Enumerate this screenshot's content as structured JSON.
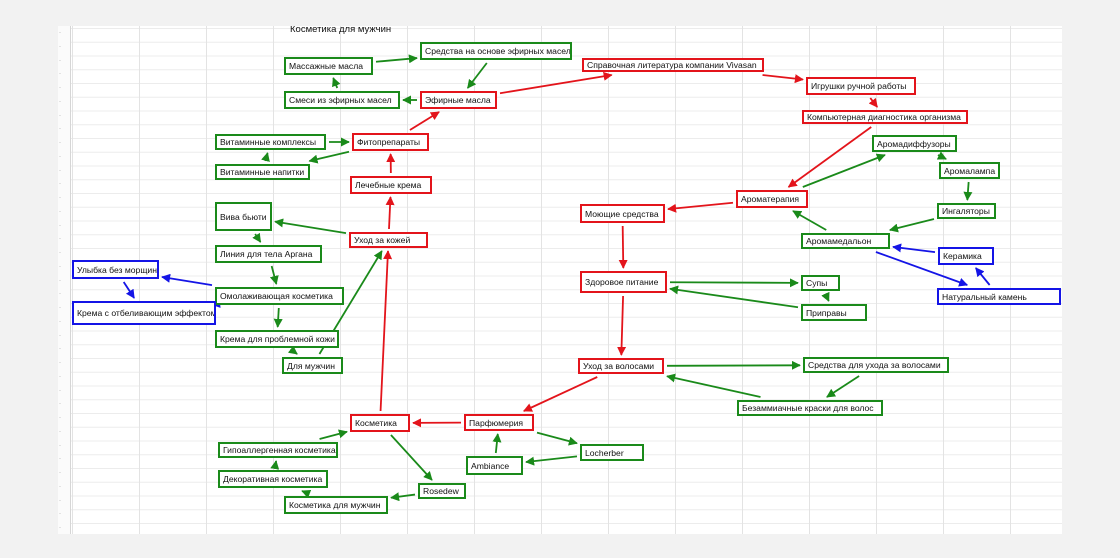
{
  "title": "Косметика для мужчин",
  "colors": {
    "green": "#1a8a1a",
    "red": "#e3141b",
    "blue": "#1414e6"
  },
  "nodes": [
    {
      "id": "massazhnye",
      "label": "Массажные масла",
      "color": "green"
    },
    {
      "id": "sredstva_efir",
      "label": "Средства на основе эфирных масел",
      "color": "green"
    },
    {
      "id": "smesi",
      "label": "Смеси из эфирных масел",
      "color": "green"
    },
    {
      "id": "efirnye",
      "label": "Эфирные масла",
      "color": "red"
    },
    {
      "id": "spravochnaya",
      "label": "Справочная литература компании Vivasan",
      "color": "red"
    },
    {
      "id": "igrushki",
      "label": "Игрушки ручной работы",
      "color": "red"
    },
    {
      "id": "komp_diag",
      "label": "Компьютерная диагностика организма",
      "color": "red"
    },
    {
      "id": "vitaminnye_k",
      "label": "Витаминные комплексы",
      "color": "green"
    },
    {
      "id": "fitopreparaty",
      "label": "Фитопрепараты",
      "color": "red"
    },
    {
      "id": "vitaminnye_n",
      "label": "Витаминные напитки",
      "color": "green"
    },
    {
      "id": "lechebnye",
      "label": "Лечебные крема",
      "color": "red"
    },
    {
      "id": "aromadiff",
      "label": "Аромадиффузоры",
      "color": "green"
    },
    {
      "id": "aromalampa",
      "label": "Аромалампа",
      "color": "green"
    },
    {
      "id": "aromaterapiya",
      "label": "Ароматерапия",
      "color": "red"
    },
    {
      "id": "vivabyuti",
      "label": "Вива бьюти",
      "color": "green"
    },
    {
      "id": "moyushchie",
      "label": "Моющие средства",
      "color": "red"
    },
    {
      "id": "ingalyatory",
      "label": "Ингаляторы",
      "color": "green"
    },
    {
      "id": "ukhod_kozha",
      "label": "Уход за кожей",
      "color": "red"
    },
    {
      "id": "aromamedalon",
      "label": "Аромамедальон",
      "color": "green"
    },
    {
      "id": "liniya",
      "label": "Линия для тела Аргана",
      "color": "green"
    },
    {
      "id": "keramika",
      "label": "Керамика",
      "color": "blue"
    },
    {
      "id": "ulybka",
      "label": "Улыбка без морщин",
      "color": "blue"
    },
    {
      "id": "zdorovoe",
      "label": "Здоровое питание",
      "color": "red"
    },
    {
      "id": "supy",
      "label": "Супы",
      "color": "green"
    },
    {
      "id": "omolazh",
      "label": "Омолаживающая косметика",
      "color": "green"
    },
    {
      "id": "naturalny",
      "label": "Натуральный камень",
      "color": "blue"
    },
    {
      "id": "pripravy",
      "label": "Приправы",
      "color": "green"
    },
    {
      "id": "krema_otbel",
      "label": "Крема с отбеливающим эффектом",
      "color": "blue"
    },
    {
      "id": "krema_probl",
      "label": "Крема для проблемной кожи",
      "color": "green"
    },
    {
      "id": "dlya_muzh",
      "label": "Для мужчин",
      "color": "green"
    },
    {
      "id": "ukhod_volosy",
      "label": "Уход за волосами",
      "color": "red"
    },
    {
      "id": "sredstva_volosy",
      "label": "Средства для ухода за волосами",
      "color": "green"
    },
    {
      "id": "bezammiach",
      "label": "Безаммиачные краски для волос",
      "color": "green"
    },
    {
      "id": "kosmetika",
      "label": "Косметика",
      "color": "red"
    },
    {
      "id": "parfyumeriya",
      "label": "Парфюмерия",
      "color": "red"
    },
    {
      "id": "gipoallerg",
      "label": "Гипоаллергенная косметика",
      "color": "green"
    },
    {
      "id": "locherber",
      "label": "Locherber",
      "color": "green"
    },
    {
      "id": "ambiance",
      "label": "Ambiance",
      "color": "green"
    },
    {
      "id": "dekorativ",
      "label": "Декоративная косметика",
      "color": "green"
    },
    {
      "id": "rosedew",
      "label": "Rosedew",
      "color": "green"
    },
    {
      "id": "kosm_muzh",
      "label": "Косметика для мужчин",
      "color": "green"
    }
  ],
  "edges": [
    {
      "from": "massazhnye",
      "to": "sredstva_efir",
      "color": "green"
    },
    {
      "from": "sredstva_efir",
      "to": "efirnye",
      "color": "green"
    },
    {
      "from": "efirnye",
      "to": "smesi",
      "color": "green"
    },
    {
      "from": "smesi",
      "to": "massazhnye",
      "color": "green"
    },
    {
      "from": "efirnye",
      "to": "spravochnaya",
      "color": "red"
    },
    {
      "from": "spravochnaya",
      "to": "igrushki",
      "color": "red"
    },
    {
      "from": "igrushki",
      "to": "komp_diag",
      "color": "red"
    },
    {
      "from": "komp_diag",
      "to": "aromaterapiya",
      "color": "red"
    },
    {
      "from": "aromaterapiya",
      "to": "moyushchie",
      "color": "red"
    },
    {
      "from": "moyushchie",
      "to": "zdorovoe",
      "color": "red"
    },
    {
      "from": "zdorovoe",
      "to": "ukhod_volosy",
      "color": "red"
    },
    {
      "from": "ukhod_volosy",
      "to": "parfyumeriya",
      "color": "red"
    },
    {
      "from": "parfyumeriya",
      "to": "kosmetika",
      "color": "red"
    },
    {
      "from": "kosmetika",
      "to": "ukhod_kozha",
      "color": "red"
    },
    {
      "from": "ukhod_kozha",
      "to": "lechebnye",
      "color": "red"
    },
    {
      "from": "lechebnye",
      "to": "fitopreparaty",
      "color": "red"
    },
    {
      "from": "fitopreparaty",
      "to": "efirnye",
      "color": "red"
    },
    {
      "from": "vitaminnye_k",
      "to": "fitopreparaty",
      "color": "green"
    },
    {
      "from": "fitopreparaty",
      "to": "vitaminnye_n",
      "color": "green"
    },
    {
      "from": "vitaminnye_n",
      "to": "vitaminnye_k",
      "color": "green"
    },
    {
      "from": "aromaterapiya",
      "to": "aromadiff",
      "color": "green"
    },
    {
      "from": "aromadiff",
      "to": "aromalampa",
      "color": "green"
    },
    {
      "from": "aromalampa",
      "to": "ingalyatory",
      "color": "green"
    },
    {
      "from": "ingalyatory",
      "to": "aromamedalon",
      "color": "green"
    },
    {
      "from": "aromamedalon",
      "to": "aromaterapiya",
      "color": "green"
    },
    {
      "from": "keramika",
      "to": "aromamedalon",
      "color": "blue"
    },
    {
      "from": "aromamedalon",
      "to": "naturalny",
      "color": "blue"
    },
    {
      "from": "naturalny",
      "to": "keramika",
      "color": "blue"
    },
    {
      "from": "zdorovoe",
      "to": "supy",
      "color": "green"
    },
    {
      "from": "supy",
      "to": "pripravy",
      "color": "green"
    },
    {
      "from": "pripravy",
      "to": "zdorovoe",
      "color": "green"
    },
    {
      "from": "ukhod_kozha",
      "to": "vivabyuti",
      "color": "green"
    },
    {
      "from": "vivabyuti",
      "to": "liniya",
      "color": "green"
    },
    {
      "from": "liniya",
      "to": "omolazh",
      "color": "green"
    },
    {
      "from": "omolazh",
      "to": "krema_probl",
      "color": "green"
    },
    {
      "from": "krema_probl",
      "to": "dlya_muzh",
      "color": "green"
    },
    {
      "from": "dlya_muzh",
      "to": "ukhod_kozha",
      "color": "green"
    },
    {
      "from": "omolazh",
      "to": "ulybka",
      "color": "blue"
    },
    {
      "from": "ulybka",
      "to": "krema_otbel",
      "color": "blue"
    },
    {
      "from": "krema_otbel",
      "to": "omolazh",
      "color": "blue"
    },
    {
      "from": "ukhod_volosy",
      "to": "sredstva_volosy",
      "color": "green"
    },
    {
      "from": "sredstva_volosy",
      "to": "bezammiach",
      "color": "green"
    },
    {
      "from": "bezammiach",
      "to": "ukhod_volosy",
      "color": "green"
    },
    {
      "from": "parfyumeriya",
      "to": "locherber",
      "color": "green"
    },
    {
      "from": "locherber",
      "to": "ambiance",
      "color": "green"
    },
    {
      "from": "ambiance",
      "to": "parfyumeriya",
      "color": "green"
    },
    {
      "from": "kosmetika",
      "to": "rosedew",
      "color": "green"
    },
    {
      "from": "rosedew",
      "to": "kosm_muzh",
      "color": "green"
    },
    {
      "from": "kosm_muzh",
      "to": "dekorativ",
      "color": "green"
    },
    {
      "from": "dekorativ",
      "to": "gipoallerg",
      "color": "green"
    },
    {
      "from": "gipoallerg",
      "to": "kosmetika",
      "color": "green"
    }
  ]
}
